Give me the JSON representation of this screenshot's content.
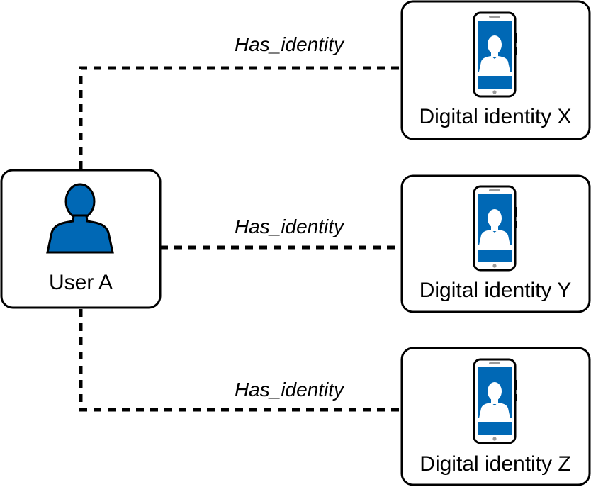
{
  "colors": {
    "icon_blue": "#0068b5",
    "outline": "#000000",
    "background": "#ffffff"
  },
  "nodes": {
    "user": {
      "label": "User A",
      "icon": "person-icon"
    },
    "identities": [
      {
        "label": "Digital identity X",
        "icon": "smartphone-person-icon"
      },
      {
        "label": "Digital identity Y",
        "icon": "smartphone-person-icon"
      },
      {
        "label": "Digital identity Z",
        "icon": "smartphone-person-icon"
      }
    ]
  },
  "edges": [
    {
      "label": "Has_identity",
      "from": "User A",
      "to": "Digital identity X"
    },
    {
      "label": "Has_identity",
      "from": "User A",
      "to": "Digital identity Y"
    },
    {
      "label": "Has_identity",
      "from": "User A",
      "to": "Digital identity Z"
    }
  ]
}
